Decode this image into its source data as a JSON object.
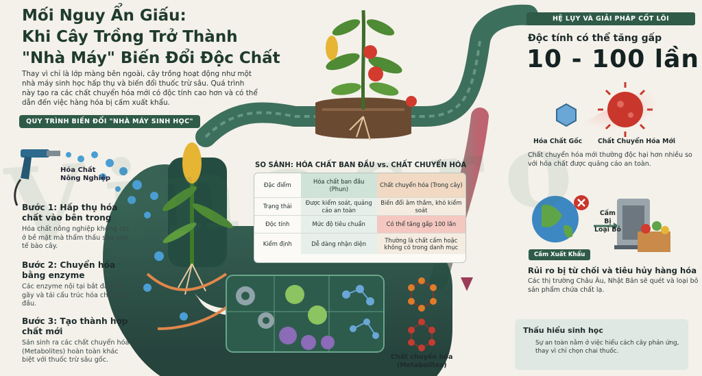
{
  "title_lines": [
    "Mối Nguy Ẩn Giấu:",
    "Khi Cây Trồng Trở Thành",
    "\"Nhà Máy\" Biến Đổi Độc Chất"
  ],
  "intro": "Thay vì chỉ là lớp màng bên ngoài, cây trồng hoạt động như một nhà máy sinh học hấp thụ và biến đổi thuốc trừ sâu. Quá trình này tạo ra các chất chuyển hóa mới có độc tính cao hơn và có thể dẫn đến việc hàng hóa bị cấm xuất khẩu.",
  "process_label": "QUY TRÌNH BIẾN ĐỔI \"NHÀ MÁY SINH HỌC\"",
  "chem_label_lines": [
    "Hóa Chất",
    "Nông Nghiệp"
  ],
  "steps": [
    {
      "title": "Bước 1: Hấp thụ hóa chất vào bên trong",
      "text": "Hóa chất nông nghiệp không chỉ ở bề mặt mà thẩm thấu sâu vào tế bào cây."
    },
    {
      "title": "Bước 2: Chuyển hóa bằng enzyme",
      "text": "Các enzyme nội tại bắt đầu bẻ gãy và tái cấu trúc hóa chất ban đầu."
    },
    {
      "title": "Bước 3: Tạo thành hợp chất mới",
      "text": "Sản sinh ra các chất chuyển hóa (Metabolites) hoàn toàn khác biệt với thuốc trừ sâu gốc."
    }
  ],
  "comparison": {
    "title": "SO SÁNH: HÓA CHẤT BAN ĐẦU vs. CHẤT CHUYỂN HÓA",
    "headers": [
      "Đặc điểm",
      "Hóa chất ban đầu (Phun)",
      "Chất chuyển hóa (Trong cây)"
    ],
    "rows": [
      [
        "Trạng thái",
        "Được kiểm soát, quảng cáo an toàn",
        "Biến đổi âm thầm, khó kiểm soát"
      ],
      [
        "Độc tính",
        "Mức độ tiêu chuẩn",
        "Có thể tăng gấp 100 lần"
      ],
      [
        "Kiểm định",
        "Dễ dàng nhận diện",
        "Thường là chất cấm hoặc không có trong danh mục"
      ]
    ]
  },
  "metabolites_label_lines": [
    "Chất chuyển hóa",
    "(Metabolites)"
  ],
  "right": {
    "section_label": "HỆ LỤY VÀ GIẢI PHÁP CỐT LÕI",
    "tox_title": "Độc tính có thể tăng gấp",
    "tox_big": "10 - 100 lần",
    "label_original": "Hóa Chất Gốc",
    "label_new": "Chất Chuyển Hóa Mới",
    "tox_note": "Chất chuyển hóa mới thường độc hại hơn nhiều so với hóa chất được quảng cáo an toàn.",
    "ban_label_lines": [
      "Cấm",
      "Bị",
      "Loại Bỏ"
    ],
    "export_ban": "Cấm Xuất Khẩu",
    "reject_title": "Rủi ro bị từ chối và tiêu hủy hàng hóa",
    "reject_text": "Các thị trường Châu Âu, Nhật Bản sẽ quét và loại bỏ sản phẩm chứa chất lạ.",
    "insight_title": "Thấu hiểu sinh học",
    "insight_text": "Sự an toàn nằm ở việc hiểu cách cây phản ứng, thay vì chỉ chọn chai thuốc."
  },
  "colors": {
    "pipe_dark": "#244c40",
    "pipe_light": "#4e8a72",
    "accent_red": "#c9372c",
    "label_bg": "#2f5b49"
  }
}
